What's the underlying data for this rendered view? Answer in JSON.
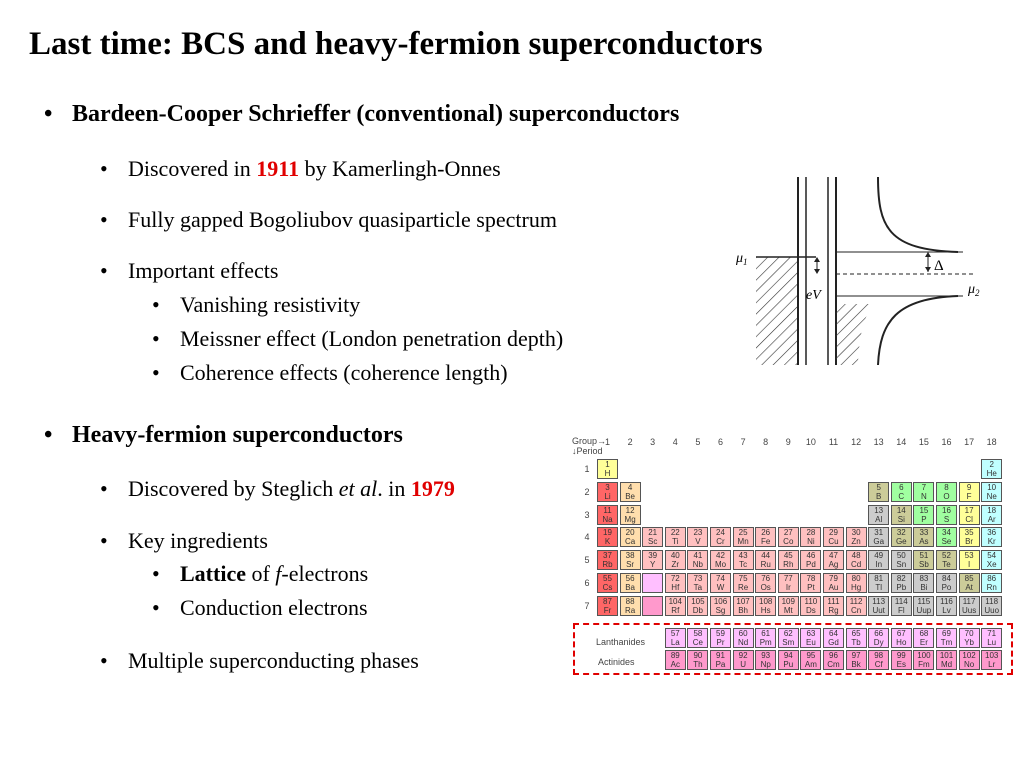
{
  "title": "Last time: BCS and heavy-fermion superconductors",
  "bullet_char": "•",
  "bcs": {
    "heading": "Bardeen-Cooper Schrieffer (conventional) superconductors",
    "discovered_pre": "Discovered in ",
    "discovered_year": "1911",
    "discovered_post": " by Kamerlingh-Onnes",
    "spectrum": "Fully gapped Bogoliubov quasiparticle spectrum",
    "effects_label": "Important effects",
    "effects": [
      "Vanishing resistivity",
      "Meissner effect (London penetration depth)",
      "Coherence effects (coherence length)"
    ]
  },
  "diagram": {
    "mu1": "μ",
    "mu1_sub": "1",
    "mu2": "μ",
    "mu2_sub": "2",
    "ev": "eV",
    "delta": "Δ"
  },
  "hf": {
    "heading": "Heavy-fermion superconductors",
    "discovered_pre": "Discovered by Steglich ",
    "discovered_etal": "et al",
    "discovered_mid": ". in ",
    "discovered_year": "1979",
    "ingredients_label": "Key ingredients",
    "lattice_bold": "Lattice",
    "lattice_of": " of ",
    "lattice_f": "f",
    "lattice_rest": "-electrons",
    "conduction": "Conduction electrons",
    "phases": "Multiple superconducting phases"
  },
  "ptable": {
    "group_label": "Group→",
    "period_label": "↓Period",
    "groups": [
      "1",
      "2",
      "3",
      "4",
      "5",
      "6",
      "7",
      "8",
      "9",
      "10",
      "11",
      "12",
      "13",
      "14",
      "15",
      "16",
      "17",
      "18"
    ],
    "periods": [
      "1",
      "2",
      "3",
      "4",
      "5",
      "6",
      "7"
    ],
    "lanthanides_label": "Lanthanides",
    "actinides_label": "Actinides",
    "colors": {
      "alkali": "#ff6666",
      "alkaline": "#ffdead",
      "transition": "#ffc0c0",
      "poor": "#cccccc",
      "metalloid": "#cccc99",
      "nonmetal": "#a0ffa0",
      "halogen": "#ffff99",
      "noble": "#c0ffff",
      "lanthanide": "#ffbfff",
      "actinide": "#ff99cc",
      "hydrogen": "#ffff99"
    },
    "elements": [
      {
        "z": "1",
        "s": "H",
        "g": 1,
        "p": 1,
        "c": "hydrogen"
      },
      {
        "z": "2",
        "s": "He",
        "g": 18,
        "p": 1,
        "c": "noble"
      },
      {
        "z": "3",
        "s": "Li",
        "g": 1,
        "p": 2,
        "c": "alkali"
      },
      {
        "z": "4",
        "s": "Be",
        "g": 2,
        "p": 2,
        "c": "alkaline"
      },
      {
        "z": "5",
        "s": "B",
        "g": 13,
        "p": 2,
        "c": "metalloid"
      },
      {
        "z": "6",
        "s": "C",
        "g": 14,
        "p": 2,
        "c": "nonmetal"
      },
      {
        "z": "7",
        "s": "N",
        "g": 15,
        "p": 2,
        "c": "nonmetal"
      },
      {
        "z": "8",
        "s": "O",
        "g": 16,
        "p": 2,
        "c": "nonmetal"
      },
      {
        "z": "9",
        "s": "F",
        "g": 17,
        "p": 2,
        "c": "halogen"
      },
      {
        "z": "10",
        "s": "Ne",
        "g": 18,
        "p": 2,
        "c": "noble"
      },
      {
        "z": "11",
        "s": "Na",
        "g": 1,
        "p": 3,
        "c": "alkali"
      },
      {
        "z": "12",
        "s": "Mg",
        "g": 2,
        "p": 3,
        "c": "alkaline"
      },
      {
        "z": "13",
        "s": "Al",
        "g": 13,
        "p": 3,
        "c": "poor"
      },
      {
        "z": "14",
        "s": "Si",
        "g": 14,
        "p": 3,
        "c": "metalloid"
      },
      {
        "z": "15",
        "s": "P",
        "g": 15,
        "p": 3,
        "c": "nonmetal"
      },
      {
        "z": "16",
        "s": "S",
        "g": 16,
        "p": 3,
        "c": "nonmetal"
      },
      {
        "z": "17",
        "s": "Cl",
        "g": 17,
        "p": 3,
        "c": "halogen"
      },
      {
        "z": "18",
        "s": "Ar",
        "g": 18,
        "p": 3,
        "c": "noble"
      },
      {
        "z": "19",
        "s": "K",
        "g": 1,
        "p": 4,
        "c": "alkali"
      },
      {
        "z": "20",
        "s": "Ca",
        "g": 2,
        "p": 4,
        "c": "alkaline"
      },
      {
        "z": "21",
        "s": "Sc",
        "g": 3,
        "p": 4,
        "c": "transition"
      },
      {
        "z": "22",
        "s": "Ti",
        "g": 4,
        "p": 4,
        "c": "transition"
      },
      {
        "z": "23",
        "s": "V",
        "g": 5,
        "p": 4,
        "c": "transition"
      },
      {
        "z": "24",
        "s": "Cr",
        "g": 6,
        "p": 4,
        "c": "transition"
      },
      {
        "z": "25",
        "s": "Mn",
        "g": 7,
        "p": 4,
        "c": "transition"
      },
      {
        "z": "26",
        "s": "Fe",
        "g": 8,
        "p": 4,
        "c": "transition"
      },
      {
        "z": "27",
        "s": "Co",
        "g": 9,
        "p": 4,
        "c": "transition"
      },
      {
        "z": "28",
        "s": "Ni",
        "g": 10,
        "p": 4,
        "c": "transition"
      },
      {
        "z": "29",
        "s": "Cu",
        "g": 11,
        "p": 4,
        "c": "transition"
      },
      {
        "z": "30",
        "s": "Zn",
        "g": 12,
        "p": 4,
        "c": "transition"
      },
      {
        "z": "31",
        "s": "Ga",
        "g": 13,
        "p": 4,
        "c": "poor"
      },
      {
        "z": "32",
        "s": "Ge",
        "g": 14,
        "p": 4,
        "c": "metalloid"
      },
      {
        "z": "33",
        "s": "As",
        "g": 15,
        "p": 4,
        "c": "metalloid"
      },
      {
        "z": "34",
        "s": "Se",
        "g": 16,
        "p": 4,
        "c": "nonmetal"
      },
      {
        "z": "35",
        "s": "Br",
        "g": 17,
        "p": 4,
        "c": "halogen"
      },
      {
        "z": "36",
        "s": "Kr",
        "g": 18,
        "p": 4,
        "c": "noble"
      },
      {
        "z": "37",
        "s": "Rb",
        "g": 1,
        "p": 5,
        "c": "alkali"
      },
      {
        "z": "38",
        "s": "Sr",
        "g": 2,
        "p": 5,
        "c": "alkaline"
      },
      {
        "z": "39",
        "s": "Y",
        "g": 3,
        "p": 5,
        "c": "transition"
      },
      {
        "z": "40",
        "s": "Zr",
        "g": 4,
        "p": 5,
        "c": "transition"
      },
      {
        "z": "41",
        "s": "Nb",
        "g": 5,
        "p": 5,
        "c": "transition"
      },
      {
        "z": "42",
        "s": "Mo",
        "g": 6,
        "p": 5,
        "c": "transition"
      },
      {
        "z": "43",
        "s": "Tc",
        "g": 7,
        "p": 5,
        "c": "transition"
      },
      {
        "z": "44",
        "s": "Ru",
        "g": 8,
        "p": 5,
        "c": "transition"
      },
      {
        "z": "45",
        "s": "Rh",
        "g": 9,
        "p": 5,
        "c": "transition"
      },
      {
        "z": "46",
        "s": "Pd",
        "g": 10,
        "p": 5,
        "c": "transition"
      },
      {
        "z": "47",
        "s": "Ag",
        "g": 11,
        "p": 5,
        "c": "transition"
      },
      {
        "z": "48",
        "s": "Cd",
        "g": 12,
        "p": 5,
        "c": "transition"
      },
      {
        "z": "49",
        "s": "In",
        "g": 13,
        "p": 5,
        "c": "poor"
      },
      {
        "z": "50",
        "s": "Sn",
        "g": 14,
        "p": 5,
        "c": "poor"
      },
      {
        "z": "51",
        "s": "Sb",
        "g": 15,
        "p": 5,
        "c": "metalloid"
      },
      {
        "z": "52",
        "s": "Te",
        "g": 16,
        "p": 5,
        "c": "metalloid"
      },
      {
        "z": "53",
        "s": "I",
        "g": 17,
        "p": 5,
        "c": "halogen"
      },
      {
        "z": "54",
        "s": "Xe",
        "g": 18,
        "p": 5,
        "c": "noble"
      },
      {
        "z": "55",
        "s": "Cs",
        "g": 1,
        "p": 6,
        "c": "alkali"
      },
      {
        "z": "56",
        "s": "Ba",
        "g": 2,
        "p": 6,
        "c": "alkaline"
      },
      {
        "z": "",
        "s": "",
        "g": 3,
        "p": 6,
        "c": "lanthanide"
      },
      {
        "z": "72",
        "s": "Hf",
        "g": 4,
        "p": 6,
        "c": "transition"
      },
      {
        "z": "73",
        "s": "Ta",
        "g": 5,
        "p": 6,
        "c": "transition"
      },
      {
        "z": "74",
        "s": "W",
        "g": 6,
        "p": 6,
        "c": "transition"
      },
      {
        "z": "75",
        "s": "Re",
        "g": 7,
        "p": 6,
        "c": "transition"
      },
      {
        "z": "76",
        "s": "Os",
        "g": 8,
        "p": 6,
        "c": "transition"
      },
      {
        "z": "77",
        "s": "Ir",
        "g": 9,
        "p": 6,
        "c": "transition"
      },
      {
        "z": "78",
        "s": "Pt",
        "g": 10,
        "p": 6,
        "c": "transition"
      },
      {
        "z": "79",
        "s": "Au",
        "g": 11,
        "p": 6,
        "c": "transition"
      },
      {
        "z": "80",
        "s": "Hg",
        "g": 12,
        "p": 6,
        "c": "transition"
      },
      {
        "z": "81",
        "s": "Tl",
        "g": 13,
        "p": 6,
        "c": "poor"
      },
      {
        "z": "82",
        "s": "Pb",
        "g": 14,
        "p": 6,
        "c": "poor"
      },
      {
        "z": "83",
        "s": "Bi",
        "g": 15,
        "p": 6,
        "c": "poor"
      },
      {
        "z": "84",
        "s": "Po",
        "g": 16,
        "p": 6,
        "c": "poor"
      },
      {
        "z": "85",
        "s": "At",
        "g": 17,
        "p": 6,
        "c": "metalloid"
      },
      {
        "z": "86",
        "s": "Rn",
        "g": 18,
        "p": 6,
        "c": "noble"
      },
      {
        "z": "87",
        "s": "Fr",
        "g": 1,
        "p": 7,
        "c": "alkali"
      },
      {
        "z": "88",
        "s": "Ra",
        "g": 2,
        "p": 7,
        "c": "alkaline"
      },
      {
        "z": "",
        "s": "",
        "g": 3,
        "p": 7,
        "c": "actinide"
      },
      {
        "z": "104",
        "s": "Rf",
        "g": 4,
        "p": 7,
        "c": "transition"
      },
      {
        "z": "105",
        "s": "Db",
        "g": 5,
        "p": 7,
        "c": "transition"
      },
      {
        "z": "106",
        "s": "Sg",
        "g": 6,
        "p": 7,
        "c": "transition"
      },
      {
        "z": "107",
        "s": "Bh",
        "g": 7,
        "p": 7,
        "c": "transition"
      },
      {
        "z": "108",
        "s": "Hs",
        "g": 8,
        "p": 7,
        "c": "transition"
      },
      {
        "z": "109",
        "s": "Mt",
        "g": 9,
        "p": 7,
        "c": "transition"
      },
      {
        "z": "110",
        "s": "Ds",
        "g": 10,
        "p": 7,
        "c": "transition"
      },
      {
        "z": "111",
        "s": "Rg",
        "g": 11,
        "p": 7,
        "c": "transition"
      },
      {
        "z": "112",
        "s": "Cn",
        "g": 12,
        "p": 7,
        "c": "transition"
      },
      {
        "z": "113",
        "s": "Uut",
        "g": 13,
        "p": 7,
        "c": "poor"
      },
      {
        "z": "114",
        "s": "Fl",
        "g": 14,
        "p": 7,
        "c": "poor"
      },
      {
        "z": "115",
        "s": "Uup",
        "g": 15,
        "p": 7,
        "c": "poor"
      },
      {
        "z": "116",
        "s": "Lv",
        "g": 16,
        "p": 7,
        "c": "poor"
      },
      {
        "z": "117",
        "s": "Uus",
        "g": 17,
        "p": 7,
        "c": "poor"
      },
      {
        "z": "118",
        "s": "Uuo",
        "g": 18,
        "p": 7,
        "c": "poor"
      }
    ],
    "lanthanides": [
      {
        "z": "57",
        "s": "La"
      },
      {
        "z": "58",
        "s": "Ce"
      },
      {
        "z": "59",
        "s": "Pr"
      },
      {
        "z": "60",
        "s": "Nd"
      },
      {
        "z": "61",
        "s": "Pm"
      },
      {
        "z": "62",
        "s": "Sm"
      },
      {
        "z": "63",
        "s": "Eu"
      },
      {
        "z": "64",
        "s": "Gd"
      },
      {
        "z": "65",
        "s": "Tb"
      },
      {
        "z": "66",
        "s": "Dy"
      },
      {
        "z": "67",
        "s": "Ho"
      },
      {
        "z": "68",
        "s": "Er"
      },
      {
        "z": "69",
        "s": "Tm"
      },
      {
        "z": "70",
        "s": "Yb"
      },
      {
        "z": "71",
        "s": "Lu"
      }
    ],
    "actinides": [
      {
        "z": "89",
        "s": "Ac"
      },
      {
        "z": "90",
        "s": "Th"
      },
      {
        "z": "91",
        "s": "Pa"
      },
      {
        "z": "92",
        "s": "U"
      },
      {
        "z": "93",
        "s": "Np"
      },
      {
        "z": "94",
        "s": "Pu"
      },
      {
        "z": "95",
        "s": "Am"
      },
      {
        "z": "96",
        "s": "Cm"
      },
      {
        "z": "97",
        "s": "Bk"
      },
      {
        "z": "98",
        "s": "Cf"
      },
      {
        "z": "99",
        "s": "Es"
      },
      {
        "z": "100",
        "s": "Fm"
      },
      {
        "z": "101",
        "s": "Md"
      },
      {
        "z": "102",
        "s": "No"
      },
      {
        "z": "103",
        "s": "Lr"
      }
    ]
  }
}
